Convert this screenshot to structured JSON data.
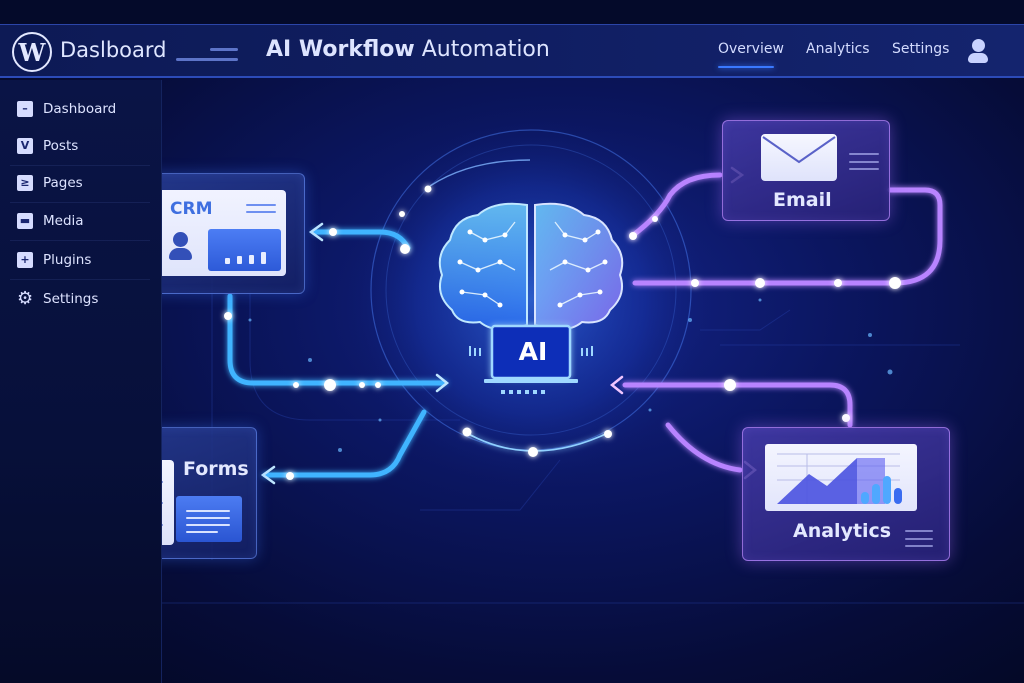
{
  "header": {
    "logo_glyph": "W",
    "brand": "Daslboard",
    "title_bold": "AI Workflow",
    "title_rest": " Automation",
    "nav": [
      {
        "label": "Overview",
        "active": true
      },
      {
        "label": "Analytics",
        "active": false
      },
      {
        "label": "Settings",
        "active": false
      }
    ],
    "user_icon": "user-icon"
  },
  "sidebar": {
    "items": [
      {
        "label": "Dashboard",
        "icon": "dashboard-icon",
        "glyph": "–"
      },
      {
        "label": "Posts",
        "icon": "posts-icon",
        "glyph": "V"
      },
      {
        "label": "Pages",
        "icon": "pages-icon",
        "glyph": "≥"
      },
      {
        "label": "Media",
        "icon": "media-icon",
        "glyph": "▬"
      },
      {
        "label": "Plugins",
        "icon": "plugins-icon",
        "glyph": "+"
      },
      {
        "label": "Settings",
        "icon": "gear-icon",
        "glyph": "⚙"
      }
    ]
  },
  "workflow": {
    "hub": {
      "label": "AI",
      "icon": "brain-icon"
    },
    "nodes": {
      "crm": {
        "label": "CRM",
        "icon": "crm-card-icon"
      },
      "email": {
        "label": "Email",
        "icon": "envelope-icon"
      },
      "forms": {
        "label": "Forms",
        "icon": "clipboard-icon"
      },
      "analytics": {
        "label": "Analytics",
        "icon": "chart-icon"
      }
    },
    "colors": {
      "blue_flow": "#3fb4ff",
      "purple_flow": "#c48cff",
      "accent": "#3a79ff",
      "background": "#0b1660"
    }
  }
}
